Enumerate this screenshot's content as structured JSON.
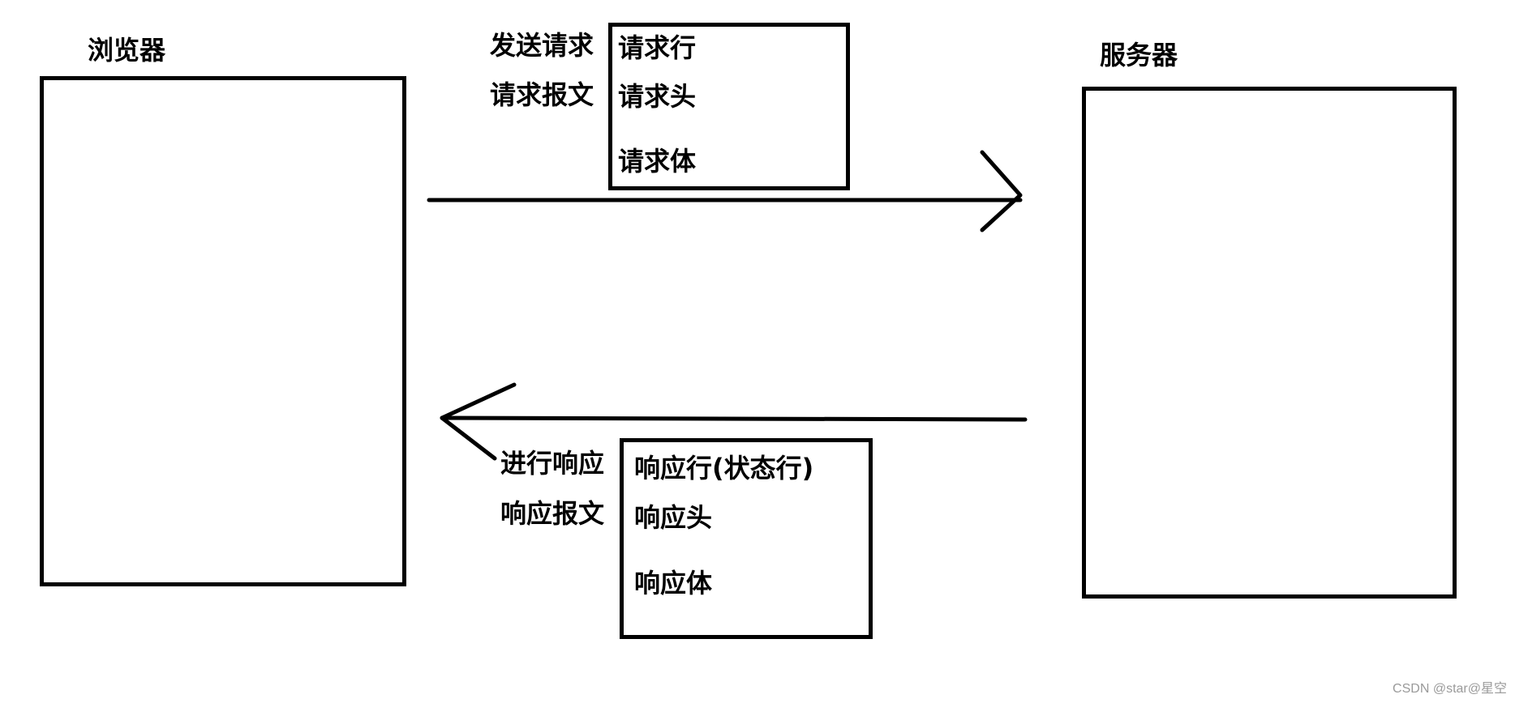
{
  "browser": {
    "title": "浏览器"
  },
  "server": {
    "title": "服务器"
  },
  "request": {
    "label_line1": "发送请求",
    "label_line2": "请求报文",
    "parts": [
      "请求行",
      "请求头",
      "请求体"
    ]
  },
  "response": {
    "label_line1": "进行响应",
    "label_line2": "响应报文",
    "parts": [
      "响应行(状态行)",
      "响应头",
      "响应体"
    ]
  },
  "watermark": "CSDN @star@星空",
  "colors": {
    "stroke": "#000000",
    "background": "#ffffff",
    "watermark": "#9a9a9a"
  }
}
